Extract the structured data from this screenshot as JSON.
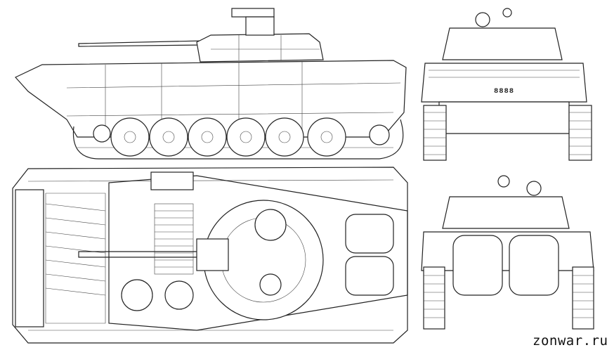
{
  "watermark": "zonwar.ru",
  "front_view": {
    "plate_number": "8888"
  },
  "views": [
    "side-view",
    "top-view",
    "front-view",
    "rear-view"
  ]
}
